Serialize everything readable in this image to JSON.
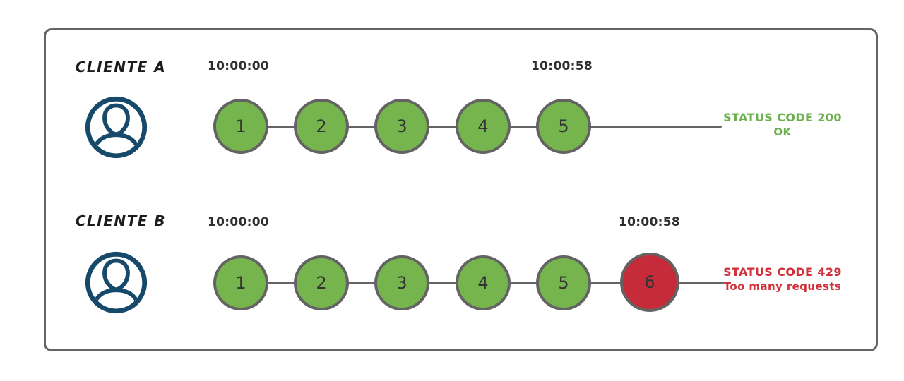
{
  "colors": {
    "bg": "#ffffff",
    "frame_border": "#646464",
    "green_fill": "#76b54e",
    "red_fill": "#c62b3a",
    "circle_border": "#636363",
    "line": "#646464",
    "green_text": "#6cb14d",
    "red_text": "#d22f3a",
    "icon": "#17496b",
    "timestamp": "#2e2e2e",
    "label": "#1c1c1c"
  },
  "rows": [
    {
      "client_label": "CLIENTE A",
      "client_icon": "user-icon",
      "start_time": "10:00:00",
      "end_time": "10:00:58",
      "requests": [
        {
          "label": "1",
          "status": "ok"
        },
        {
          "label": "2",
          "status": "ok"
        },
        {
          "label": "3",
          "status": "ok"
        },
        {
          "label": "4",
          "status": "ok"
        },
        {
          "label": "5",
          "status": "ok"
        }
      ],
      "status_line1": "STATUS CODE 200",
      "status_line2": "OK",
      "status_type": "success"
    },
    {
      "client_label": "CLIENTE B",
      "client_icon": "user-icon",
      "start_time": "10:00:00",
      "end_time": "10:00:58",
      "requests": [
        {
          "label": "1",
          "status": "ok"
        },
        {
          "label": "2",
          "status": "ok"
        },
        {
          "label": "3",
          "status": "ok"
        },
        {
          "label": "4",
          "status": "ok"
        },
        {
          "label": "5",
          "status": "ok"
        },
        {
          "label": "6",
          "status": "rate-limited"
        }
      ],
      "status_line1": "STATUS CODE 429",
      "status_line2": "Too many requests",
      "status_type": "error"
    }
  ]
}
